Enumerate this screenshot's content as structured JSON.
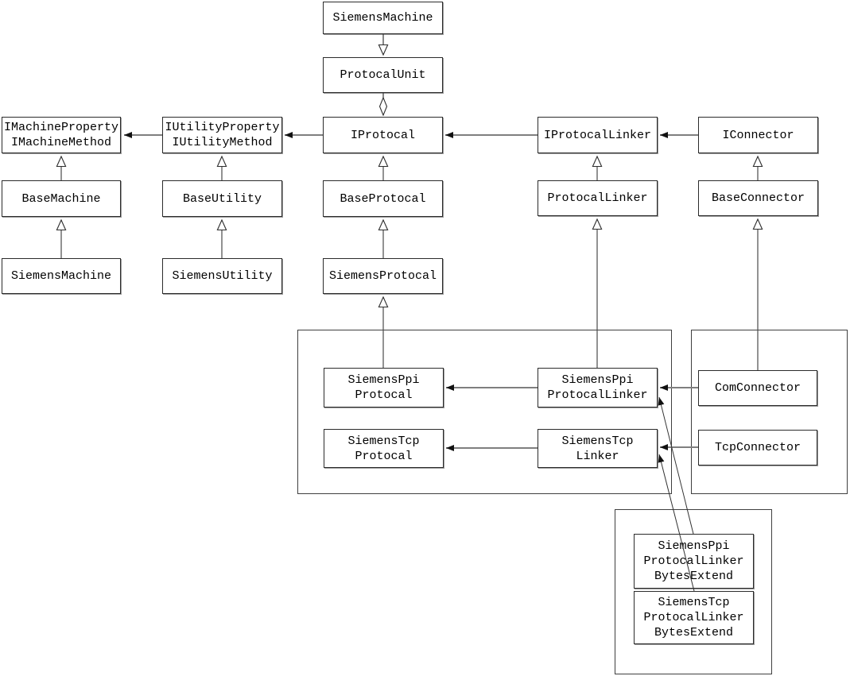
{
  "diagram": {
    "type": "uml-class-diagram",
    "nodes": {
      "siemens_machine_top": {
        "label": "SiemensMachine"
      },
      "protocal_unit": {
        "label": "ProtocalUnit"
      },
      "iprotocal": {
        "label": "IProtocal"
      },
      "imachine_interface": {
        "label": "IMachineProperty\nIMachineMethod"
      },
      "iutility_interface": {
        "label": "IUtilityProperty\nIUtilityMethod"
      },
      "base_machine": {
        "label": "BaseMachine"
      },
      "base_utility": {
        "label": "BaseUtility"
      },
      "base_protocal": {
        "label": "BaseProtocal"
      },
      "siemens_machine": {
        "label": "SiemensMachine"
      },
      "siemens_utility": {
        "label": "SiemensUtility"
      },
      "siemens_protocal": {
        "label": "SiemensProtocal"
      },
      "iprotocal_linker": {
        "label": "IProtocalLinker"
      },
      "protocal_linker": {
        "label": "ProtocalLinker"
      },
      "iconnector": {
        "label": "IConnector"
      },
      "base_connector": {
        "label": "BaseConnector"
      },
      "siemens_ppi_protocal": {
        "label": "SiemensPpi\nProtocal"
      },
      "siemens_tcp_protocal": {
        "label": "SiemensTcp\nProtocal"
      },
      "siemens_ppi_protocal_linker": {
        "label": "SiemensPpi\nProtocalLinker"
      },
      "siemens_tcp_linker": {
        "label": "SiemensTcp\nLinker"
      },
      "com_connector": {
        "label": "ComConnector"
      },
      "tcp_connector": {
        "label": "TcpConnector"
      },
      "siemens_ppi_protocal_linker_bytes_extend": {
        "label": "SiemensPpi\nProtocalLinker\nBytesExtend"
      },
      "siemens_tcp_protocal_linker_bytes_extend": {
        "label": "SiemensTcp\nProtocalLinker\nBytesExtend"
      }
    },
    "edges": [
      {
        "from": "siemens_machine_top",
        "to": "protocal_unit",
        "type": "generalization"
      },
      {
        "from": "protocal_unit",
        "to": "iprotocal",
        "type": "aggregation"
      },
      {
        "from": "base_machine",
        "to": "imachine_interface",
        "type": "generalization"
      },
      {
        "from": "siemens_machine",
        "to": "base_machine",
        "type": "generalization"
      },
      {
        "from": "base_utility",
        "to": "iutility_interface",
        "type": "generalization"
      },
      {
        "from": "siemens_utility",
        "to": "base_utility",
        "type": "generalization"
      },
      {
        "from": "base_protocal",
        "to": "iprotocal",
        "type": "generalization"
      },
      {
        "from": "siemens_protocal",
        "to": "base_protocal",
        "type": "generalization"
      },
      {
        "from": "siemens_ppi_protocal",
        "to": "siemens_protocal",
        "type": "generalization"
      },
      {
        "from": "protocal_linker",
        "to": "iprotocal_linker",
        "type": "generalization"
      },
      {
        "from": "siemens_ppi_protocal_linker",
        "to": "protocal_linker",
        "type": "generalization"
      },
      {
        "from": "base_connector",
        "to": "iconnector",
        "type": "generalization"
      },
      {
        "from": "com_connector",
        "to": "base_connector",
        "type": "generalization"
      },
      {
        "from": "iutility_interface",
        "to": "imachine_interface",
        "type": "reference"
      },
      {
        "from": "iprotocal",
        "to": "iutility_interface",
        "type": "reference"
      },
      {
        "from": "iprotocal_linker",
        "to": "iprotocal",
        "type": "reference"
      },
      {
        "from": "iconnector",
        "to": "iprotocal_linker",
        "type": "reference"
      },
      {
        "from": "siemens_ppi_protocal_linker",
        "to": "siemens_ppi_protocal",
        "type": "reference"
      },
      {
        "from": "siemens_tcp_linker",
        "to": "siemens_tcp_protocal",
        "type": "reference"
      },
      {
        "from": "com_connector",
        "to": "siemens_ppi_protocal_linker",
        "type": "reference"
      },
      {
        "from": "tcp_connector",
        "to": "siemens_tcp_linker",
        "type": "reference"
      },
      {
        "from": "siemens_ppi_protocal_linker_bytes_extend",
        "to": "siemens_ppi_protocal_linker",
        "type": "reference"
      },
      {
        "from": "siemens_tcp_protocal_linker_bytes_extend",
        "to": "siemens_tcp_linker",
        "type": "reference"
      }
    ],
    "colors": {
      "background": "#ffffff",
      "box_fill": "#ffffff",
      "box_border": "#2b2b2b",
      "box_shadow": "#9a9a9a",
      "group_border": "#3f3f3f",
      "connector_gray": "#7f7f7f",
      "connector_dark": "#303030",
      "text": "#000000"
    }
  }
}
